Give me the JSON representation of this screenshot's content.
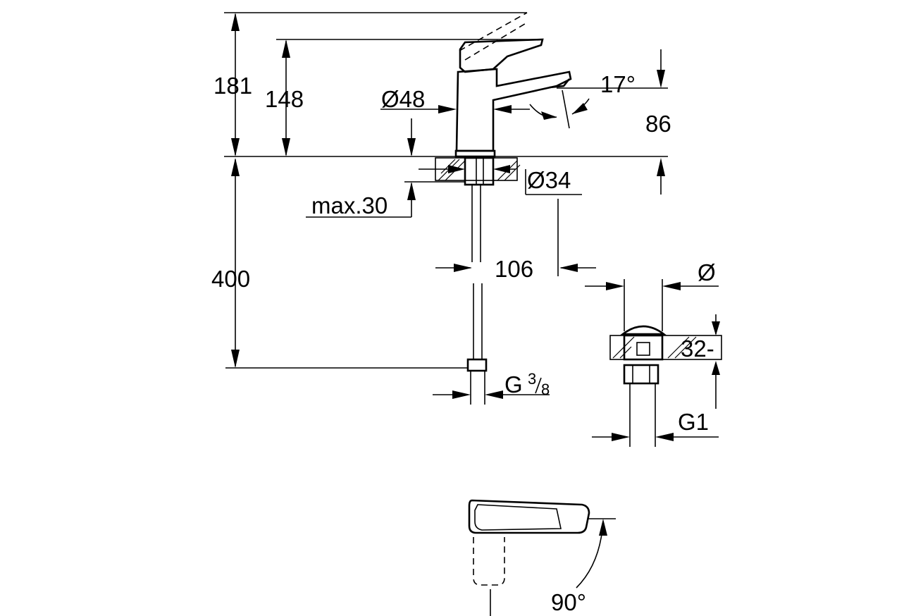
{
  "dimensions": {
    "height_total": "181",
    "height_spout": "148",
    "diameter_body": "Ø48",
    "spout_angle": "17°",
    "spout_clearance": "86",
    "diameter_hole": "Ø34",
    "max_thickness": "max.30",
    "projection": "106",
    "hose_length": "400",
    "thread_hose_main": "G",
    "thread_hose_num": "3",
    "thread_hose_den": "8",
    "waste_diameter": "Ø",
    "waste_range": "32-",
    "waste_thread": "G1",
    "lever_rotation": "90°"
  }
}
